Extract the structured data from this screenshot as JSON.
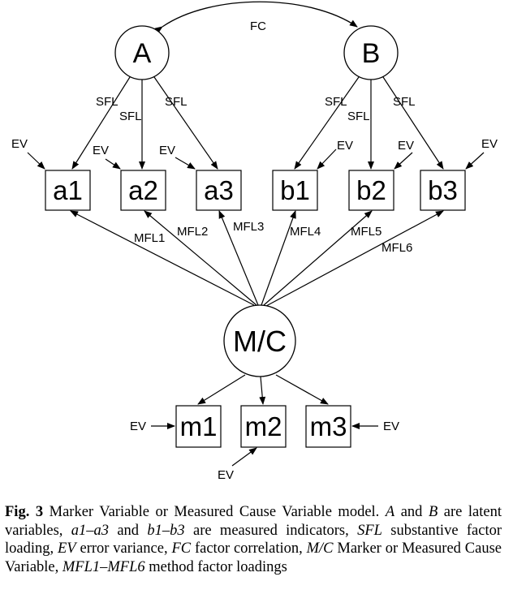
{
  "latent": {
    "a": "A",
    "b": "B",
    "mc": "M/C"
  },
  "indicators": {
    "a1": "a1",
    "a2": "a2",
    "a3": "a3",
    "b1": "b1",
    "b2": "b2",
    "b3": "b3"
  },
  "markers": {
    "m1": "m1",
    "m2": "m2",
    "m3": "m3"
  },
  "labels": {
    "fc": "FC",
    "sfl": "SFL",
    "ev": "EV",
    "mfl1": "MFL1",
    "mfl2": "MFL2",
    "mfl3": "MFL3",
    "mfl4": "MFL4",
    "mfl5": "MFL5",
    "mfl6": "MFL6"
  },
  "caption": {
    "fig": "Fig. 3",
    "t1": " Marker Variable or Measured Cause Variable model. ",
    "i1": "A",
    "t2": " and ",
    "i2": "B",
    "t3": " are latent variables, ",
    "i3": "a1–a3",
    "t4": " and ",
    "i4": "b1–b3",
    "t5": " are measured indicators, ",
    "i5": "SFL",
    "t6": " substantive factor loading, ",
    "i6": "EV",
    "t7": " error variance, ",
    "i7": "FC",
    "t8": " factor correlation, ",
    "i8": "M/C",
    "t9": " Marker or Measured Cause Variable, ",
    "i9": "MFL1–MFL6",
    "t10": " method factor loadings"
  }
}
